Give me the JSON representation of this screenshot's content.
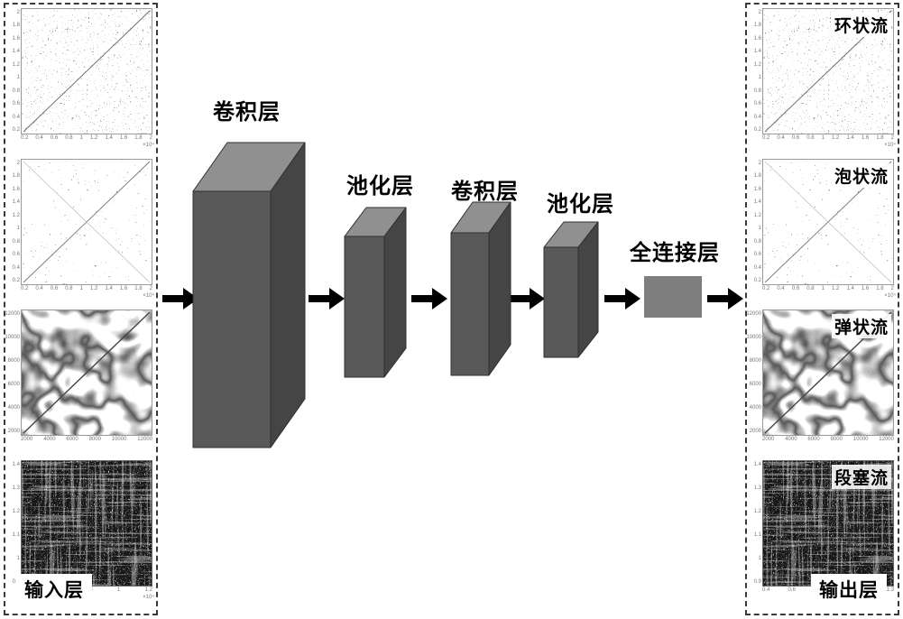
{
  "colors": {
    "block_front": "#595959",
    "block_top": "#909090",
    "block_side": "#454545",
    "fc_face": "#7e7e7e",
    "arrow": "#000000"
  },
  "input_panel": {
    "label": "输入层",
    "plots": [
      {
        "x_ticks": "0.2 0.4 0.6 0.8 1 1.2 1.4 1.6 1.8 2",
        "y_ticks": "2 1.8 1.6 1.4 1.2 1 0.8 0.6 0.4 0.2",
        "x_scale": "×10⁴"
      },
      {
        "x_ticks": "0.2 0.4 0.6 0.8 1 1.2 1.4 1.6 1.8 2",
        "y_ticks": "2 1.8 1.6 1.4 1.2 1 0.8 0.6 0.4 0.2",
        "x_scale": "×10⁴"
      },
      {
        "x_ticks": "2000 4000 6000 8000 10000 12000",
        "y_ticks": "12000 10000 8000 6000 4000 2000",
        "x_scale": ""
      },
      {
        "x_ticks": "0.4 0.6 0.8 1 1.2",
        "y_ticks": "1.4 1.3 1.2 1.1 1 0.9",
        "x_scale": "×10⁴"
      }
    ]
  },
  "network": {
    "layers": [
      {
        "label": "卷积层"
      },
      {
        "label": "池化层"
      },
      {
        "label": "卷积层"
      },
      {
        "label": "池化层"
      },
      {
        "label": "全连接层"
      }
    ]
  },
  "output_panel": {
    "label": "输出层",
    "plots": [
      {
        "label": "环状流",
        "x_ticks": "0.2 0.4 0.6 0.8 1 1.2 1.4 1.6 1.8 2",
        "y_ticks": "2 1.8 1.6 1.4 1.2 1 0.8 0.6 0.4 0.2",
        "x_scale": "×10⁴"
      },
      {
        "label": "泡状流",
        "x_ticks": "0.2 0.4 0.6 0.8 1 1.2 1.4 1.6 1.8 2",
        "y_ticks": "2 1.8 1.6 1.4 1.2 1 0.8 0.6 0.4 0.2",
        "x_scale": "×10⁴"
      },
      {
        "label": "弹状流",
        "x_ticks": "2000 4000 6000 8000 10000 12000",
        "y_ticks": "12000 10000 8000 6000 4000 2000",
        "x_scale": ""
      },
      {
        "label": "段塞流",
        "x_ticks": "0.4 0.6 0.8 1 1.2 1.3",
        "y_ticks": "1.4 1.3 1.2 1.1 1 0.9",
        "x_scale": ""
      }
    ]
  }
}
